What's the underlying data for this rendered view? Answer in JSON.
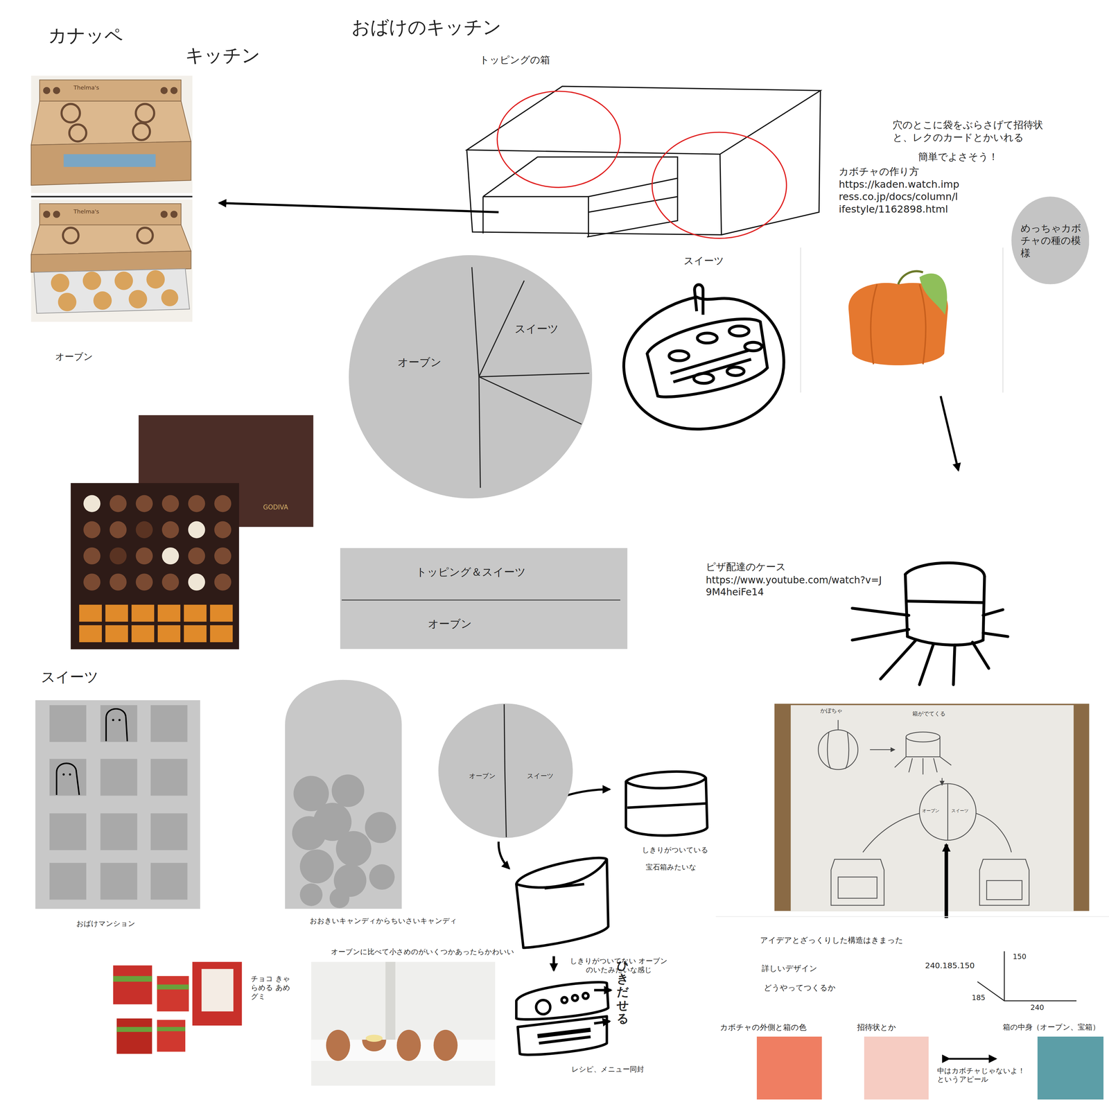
{
  "diagram": {
    "title": "おばけのキッチン",
    "nodes": [
      {
        "text": [
          "めっちゃカボチャの種の模様"
        ]
      },
      {
        "text": [
          "オーブン",
          "スイーツ"
        ]
      },
      {
        "text": [
          "トッピング＆スイーツ",
          "オーブン"
        ]
      },
      {
        "text": [
          "オーブン",
          "スイーツ"
        ]
      }
    ],
    "labels": [
      "カナッペ",
      "キッチン",
      "トッピングの箱",
      "Thelma's",
      "Thelma's",
      "オーブン",
      "穴のとこに袋をぶらさげて招待状と、レクのカードとかいれる",
      "簡単でよさそう！",
      "カボチャの作り方",
      "https://kaden.watch.impress.co.jp/docs/column/lifestyle/1162898.html",
      "スイーツ",
      "GODIVA",
      "ピザ配達のケース",
      "https://www.youtube.com/watch?v=J9M4heiFe14",
      "かぼちゃ",
      "箱がでてくる",
      "オーブン",
      "スイーツ",
      "スイーツ",
      "おばけマンション",
      "おおきいキャンディからちいさいキャンディ",
      "しきりがついている",
      "宝石箱みたいな",
      "オーブンに比べて小さめのがいくつかあったらかわいい",
      "チョコ きゃらめる あめ グミ",
      "しきりがついてない オーブンのいたみたいな感じ",
      "ひきだせる",
      "レシピ、メニュー同封",
      "アイデアとざっくりした構造はきまった",
      "詳しいデザイン",
      "どうやってつくるか",
      "240.185.150",
      "150",
      "185",
      "240",
      "中はカボチャじゃないよ！というアピール"
    ],
    "legend": [
      {
        "text": "カボチャの外側と箱の色",
        "color": "#EF7E62"
      },
      {
        "text": "招待状とか",
        "color": "#F6CCC2"
      },
      {
        "text": "箱の中身（オーブン、宝箱）",
        "color": "#5C9EA7"
      }
    ]
  }
}
